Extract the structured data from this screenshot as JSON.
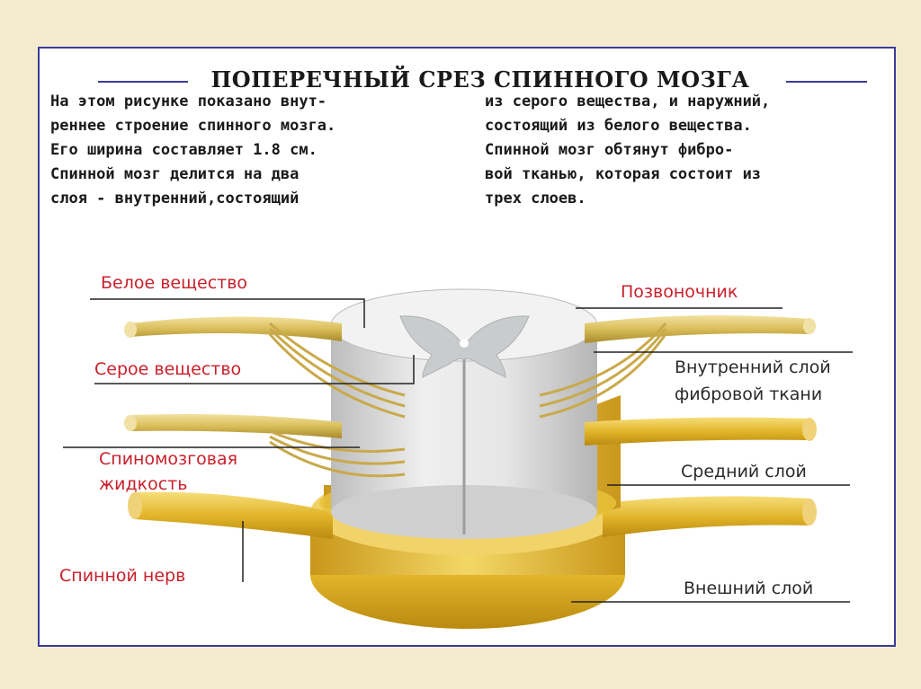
{
  "title": "ПОПЕРЕЧНЫЙ СРЕЗ СПИННОГО МОЗГА",
  "description": {
    "left_lines": [
      "На этом рисунке показано внут-",
      "реннее строение спинного мозга.",
      "Его ширина составляет 1.8 см.",
      "Спинной мозг делится на два",
      "слоя - внутренний,состоящий"
    ],
    "right_lines": [
      "из серого вещества, и наружний,",
      "состоящий из белого вещества.",
      "Спинной мозг обтянут фибро-",
      "вой тканью, которая состоит из",
      "трех слоев."
    ]
  },
  "labels": {
    "white_matter": "Белое вещество",
    "gray_matter": "Серое вещество",
    "csf_line1": "Спиномозговая",
    "csf_line2": "жидкость",
    "spinal_nerve": "Спинной нерв",
    "spine": "Позвоночник",
    "inner_layer_line1": "Внутренний слой",
    "inner_layer_line2": "фибровой ткани",
    "middle_layer": "Средний слой",
    "outer_layer": "Внешний слой"
  },
  "colors": {
    "background": "#f5ecd0",
    "frame_border": "#3b3b9a",
    "label_red": "#c8202a",
    "nerve_yellow": "#e8c23a",
    "cord_white": "#e6e6e6",
    "gray_matter": "#c9cccd"
  }
}
